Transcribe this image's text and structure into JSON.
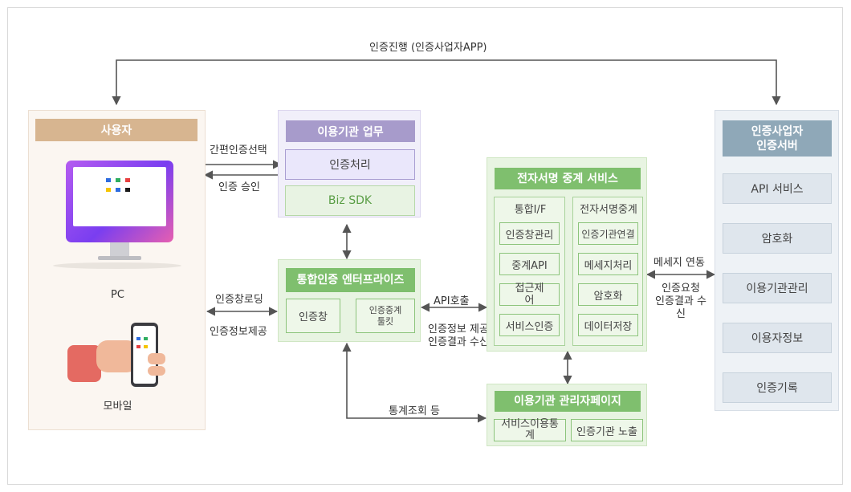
{
  "top_flow_label": "인증진행 (인증사업자APP)",
  "user_panel": {
    "title": "사용자",
    "pc_label": "PC",
    "mobile_label": "모바일"
  },
  "org_panel": {
    "title": "이용기관 업무",
    "process_label": "인증처리",
    "sdk_label": "Biz SDK"
  },
  "enterprise_panel": {
    "title": "통합인증 엔터프라이즈",
    "auth_window": "인증창",
    "relay_toolkit": "인증중계\n툴킷"
  },
  "esign_panel": {
    "title": "전자서명 중계 서비스",
    "col1_title": "통합I/F",
    "col1_items": [
      "인증창관리",
      "중계API",
      "접근제\n어",
      "서비스인증"
    ],
    "col2_title": "전자서명중계",
    "col2_items": [
      "인증기관연결",
      "메세지처리",
      "암호화",
      "데이터저장"
    ]
  },
  "admin_panel": {
    "title": "이용기관 관리자페이지",
    "items": [
      "서비스이용통\n계",
      "인증기관 노출"
    ]
  },
  "server_panel": {
    "title": "인증사업자\n인증서버",
    "items": [
      "API 서비스",
      "암호화",
      "이용기관관리",
      "이용자정보",
      "인증기록"
    ]
  },
  "edge_labels": {
    "easy_auth_select": "간편인증선택",
    "auth_approve": "인증 승인",
    "auth_window_loading": "인증창로딩",
    "auth_info_provide": "인증정보제공",
    "api_call": "API호출",
    "auth_info_result": "인증정보 제공\n인증결과 수신",
    "message_link": "메세지 연동",
    "auth_request_result": "인증요청\n인증결과 수\n신",
    "stats_lookup": "통계조회 등"
  },
  "colors": {
    "user_header": "#d7b590",
    "org_header": "#a79bcb",
    "green_header": "#7fbf6e",
    "server_header": "#8fa8b8",
    "arrow": "#555555"
  }
}
